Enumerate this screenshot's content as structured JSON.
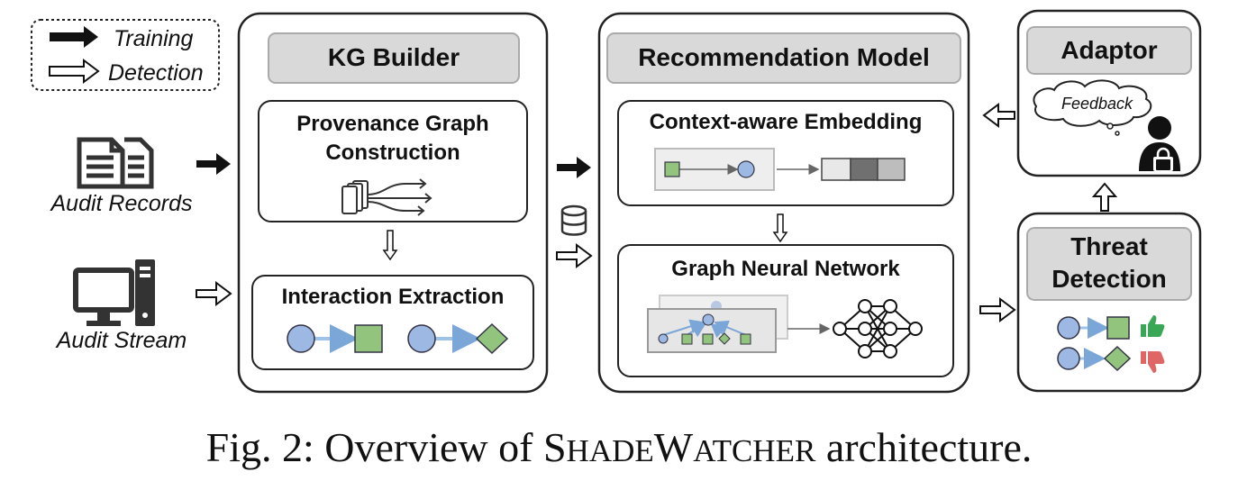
{
  "legend": {
    "training": "Training",
    "detection": "Detection"
  },
  "inputs": {
    "audit_records": "Audit Records",
    "audit_stream": "Audit Stream"
  },
  "kg_builder": {
    "title": "KG Builder",
    "provenance_line1": "Provenance Graph",
    "provenance_line2": "Construction",
    "interaction": "Interaction Extraction"
  },
  "recommendation_model": {
    "title": "Recommendation Model",
    "embedding": "Context-aware Embedding",
    "gnn": "Graph Neural Network"
  },
  "adaptor": {
    "title": "Adaptor",
    "feedback": "Feedback"
  },
  "threat_detection": {
    "title_line1": "Threat",
    "title_line2": "Detection"
  },
  "caption": {
    "prefix": "Fig. 2: Overview of ",
    "name_parts": [
      "S",
      "HADE",
      "W",
      "ATCHER"
    ],
    "suffix": " architecture."
  },
  "colors": {
    "node_blue": "#9db8e3",
    "node_green": "#93c47d",
    "header_gray": "#d9d9d9",
    "edge_blue": "#9fc3e7",
    "thumbs_up": "#3aa757",
    "thumbs_down": "#e06666"
  }
}
